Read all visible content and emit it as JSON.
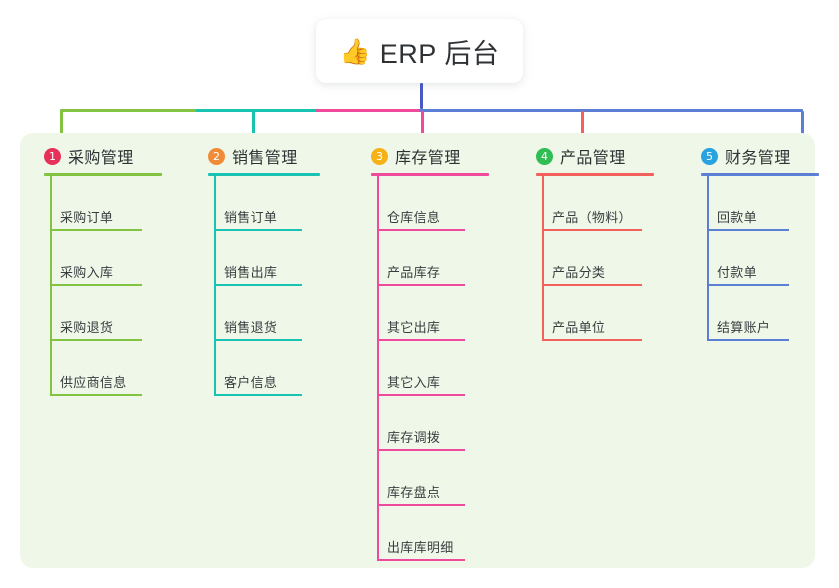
{
  "title": {
    "icon": "thumbs-up-icon",
    "emoji": "👍",
    "text": "ERP 后台"
  },
  "colors": {
    "panel_background": "#eef7e8",
    "page_background": "#ffffff",
    "trunk": "#4a58c4",
    "text": "#2f3235"
  },
  "columns": [
    {
      "number": "1",
      "label": "采购管理",
      "badge_color": "#e8315a",
      "line_color": "#82c341",
      "items": [
        {
          "label": "采购订单"
        },
        {
          "label": "采购入库"
        },
        {
          "label": "采购退货"
        },
        {
          "label": "供应商信息"
        }
      ]
    },
    {
      "number": "2",
      "label": "销售管理",
      "badge_color": "#f08c38",
      "line_color": "#18c3b2",
      "items": [
        {
          "label": "销售订单"
        },
        {
          "label": "销售出库"
        },
        {
          "label": "销售退货"
        },
        {
          "label": "客户信息"
        }
      ]
    },
    {
      "number": "3",
      "label": "库存管理",
      "badge_color": "#f5b216",
      "line_color": "#ef4a9b",
      "items": [
        {
          "label": "仓库信息"
        },
        {
          "label": "产品库存"
        },
        {
          "label": "其它出库"
        },
        {
          "label": "其它入库"
        },
        {
          "label": "库存调拨"
        },
        {
          "label": "库存盘点"
        },
        {
          "label": "出库库明细"
        }
      ]
    },
    {
      "number": "4",
      "label": "产品管理",
      "badge_color": "#2fbd54",
      "line_color": "#f4615c",
      "items": [
        {
          "label": "产品（物料）"
        },
        {
          "label": "产品分类"
        },
        {
          "label": "产品单位"
        }
      ]
    },
    {
      "number": "5",
      "label": "财务管理",
      "badge_color": "#29a3e0",
      "line_color": "#5b7fd4",
      "items": [
        {
          "label": "回款单"
        },
        {
          "label": "付款单"
        },
        {
          "label": "结算账户"
        }
      ]
    }
  ]
}
